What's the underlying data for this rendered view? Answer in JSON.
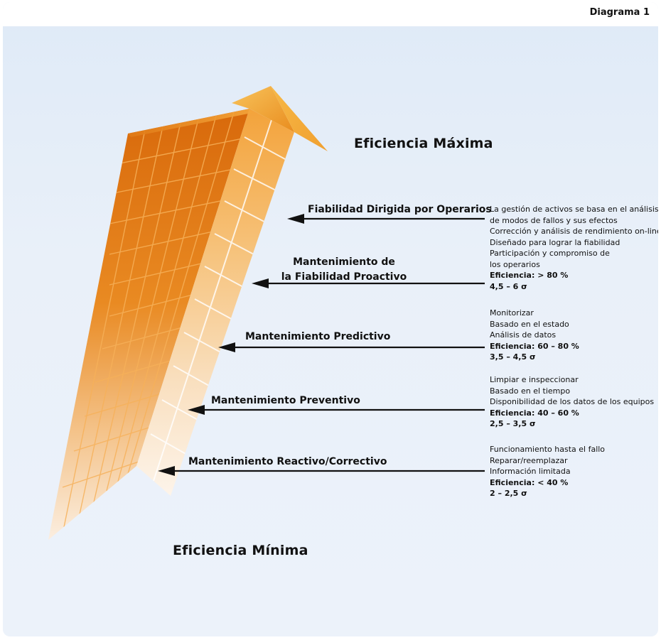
{
  "tag": "Diagrama 1",
  "top_label": "Eficiencia Máxima",
  "bottom_label": "Eficiencia Mínima",
  "levels": [
    {
      "name_lines": [
        "Fiabilidad Dirigida por Operarios"
      ],
      "details": [
        "La gestión de activos se basa en el análisis",
        "de modos de fallos y sus efectos",
        "Corrección y análisis de rendimiento on-line",
        "Diseñado para lograr la fiabilidad",
        "Participación y compromiso de",
        "los operarios"
      ],
      "efficiency": "Eficiencia: > 80 %",
      "sigma": "4,5 – 6 σ"
    },
    {
      "name_lines": [
        "Mantenimiento de",
        "la Fiabilidad Proactivo"
      ],
      "details": [],
      "efficiency": "",
      "sigma": ""
    },
    {
      "name_lines": [
        "Mantenimiento Predictivo"
      ],
      "details": [
        "Monitorizar",
        "Basado en el estado",
        "Análisis de datos"
      ],
      "efficiency": "Eficiencia: 60 – 80 %",
      "sigma": "3,5 – 4,5 σ"
    },
    {
      "name_lines": [
        "Mantenimiento Preventivo"
      ],
      "details": [
        "Limpiar e inspeccionar",
        "Basado en el tiempo",
        "Disponibilidad de los datos de los equipos"
      ],
      "efficiency": "Eficiencia: 40 – 60 %",
      "sigma": "2,5 – 3,5 σ"
    },
    {
      "name_lines": [
        "Mantenimiento Reactivo/Correctivo"
      ],
      "details": [
        "Funcionamiento hasta el fallo",
        "Reparar/reemplazar",
        "Información limitada"
      ],
      "efficiency": "Eficiencia: < 40 %",
      "sigma": "2 – 2,5 σ"
    }
  ],
  "colors": {
    "frame_bg": "#e6eef8",
    "arrow_dark": "#d96f0c",
    "arrow_light": "#f6b44c",
    "arrow_pale": "#fdf3e4",
    "arrow_line": "#111111"
  }
}
